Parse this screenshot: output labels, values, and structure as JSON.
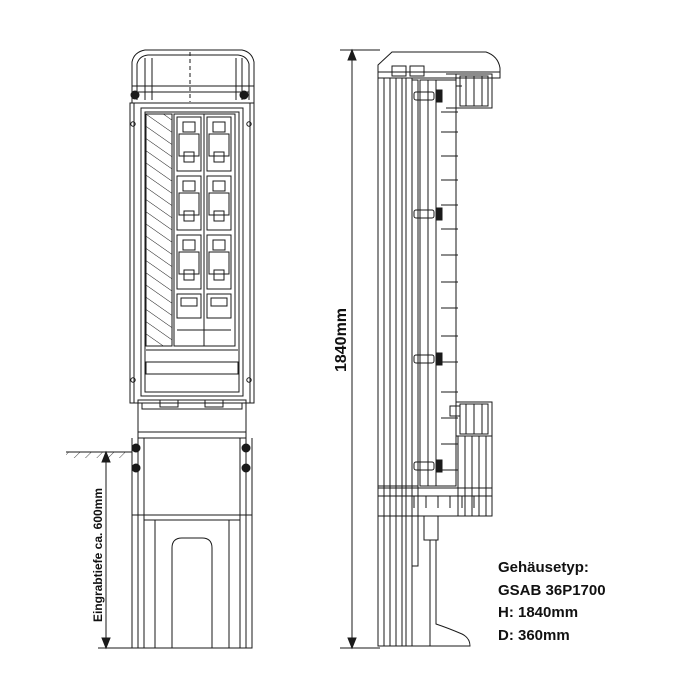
{
  "dimensions": {
    "height_label": "1840mm",
    "depth_label": "Eingrabtiefe ca. 600mm"
  },
  "specs": {
    "title": "Gehäusetyp:",
    "type": "GSAB 36P1700",
    "height": "H: 1840mm",
    "depth": "D: 360mm"
  },
  "colors": {
    "line": "#1a1a1a",
    "background": "#ffffff"
  }
}
